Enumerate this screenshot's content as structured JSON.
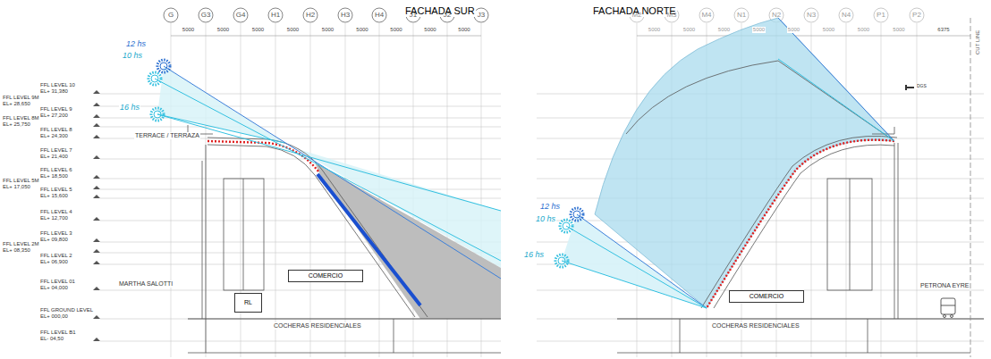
{
  "diagram": {
    "nodes": [
      {
        "text": [
          "COMERCIO"
        ]
      },
      {
        "text": [
          "RL"
        ]
      },
      {
        "text": [
          "COMERCIO"
        ]
      }
    ],
    "labels": [
      "FACHADA SUR",
      "FACHADA NORTE",
      "G",
      "G3",
      "G4",
      "H1",
      "H2",
      "H3",
      "H4",
      "J1",
      "J2",
      "J3",
      "5000",
      "5000",
      "5000",
      "5000",
      "5000",
      "5000",
      "5000",
      "5000",
      "5000",
      "M2",
      "M3",
      "M4",
      "N1",
      "N2",
      "N3",
      "N4",
      "P1",
      "P2",
      "5000",
      "5000",
      "5000",
      "5000",
      "5000",
      "5000",
      "5000",
      "5000",
      "6375",
      "CUT LINE",
      "DGS",
      "FFL LEVEL 10",
      "EL+ 31,380",
      "FFL LEVEL 9M",
      "EL+ 28,650",
      "FFL LEVEL 9",
      "EL+ 27,200",
      "FFL LEVEL 8M",
      "EL+ 25,750",
      "FFL LEVEL 8",
      "EL+ 24,300",
      "FFL LEVEL 7",
      "EL+ 21,400",
      "FFL LEVEL 6",
      "EL+ 18,500",
      "FFL LEVEL 5M",
      "EL+ 17,050",
      "FFL LEVEL 5",
      "EL+ 15,600",
      "FFL LEVEL 4",
      "EL+ 12,700",
      "FFL LEVEL 3",
      "EL+ 09,800",
      "FFL LEVEL 2M",
      "EL+ 08,350",
      "FFL LEVEL 2",
      "EL+ 06,900",
      "FFL LEVEL 01",
      "EL+ 04,000",
      "FFL GROUND LEVEL",
      "EL+ 000,00",
      "FFL LEVEL B1",
      "EL- 04,50",
      "12 hs",
      "10 hs",
      "16 hs",
      "12 hs",
      "10 hs",
      "16 hs",
      "TERRACE / TERRAZA",
      "MARTHA SALOTTI",
      "COCHERAS RESIDENCIALES",
      "COCHERAS RESIDENCIALES",
      "PETRONA EYRE"
    ]
  }
}
